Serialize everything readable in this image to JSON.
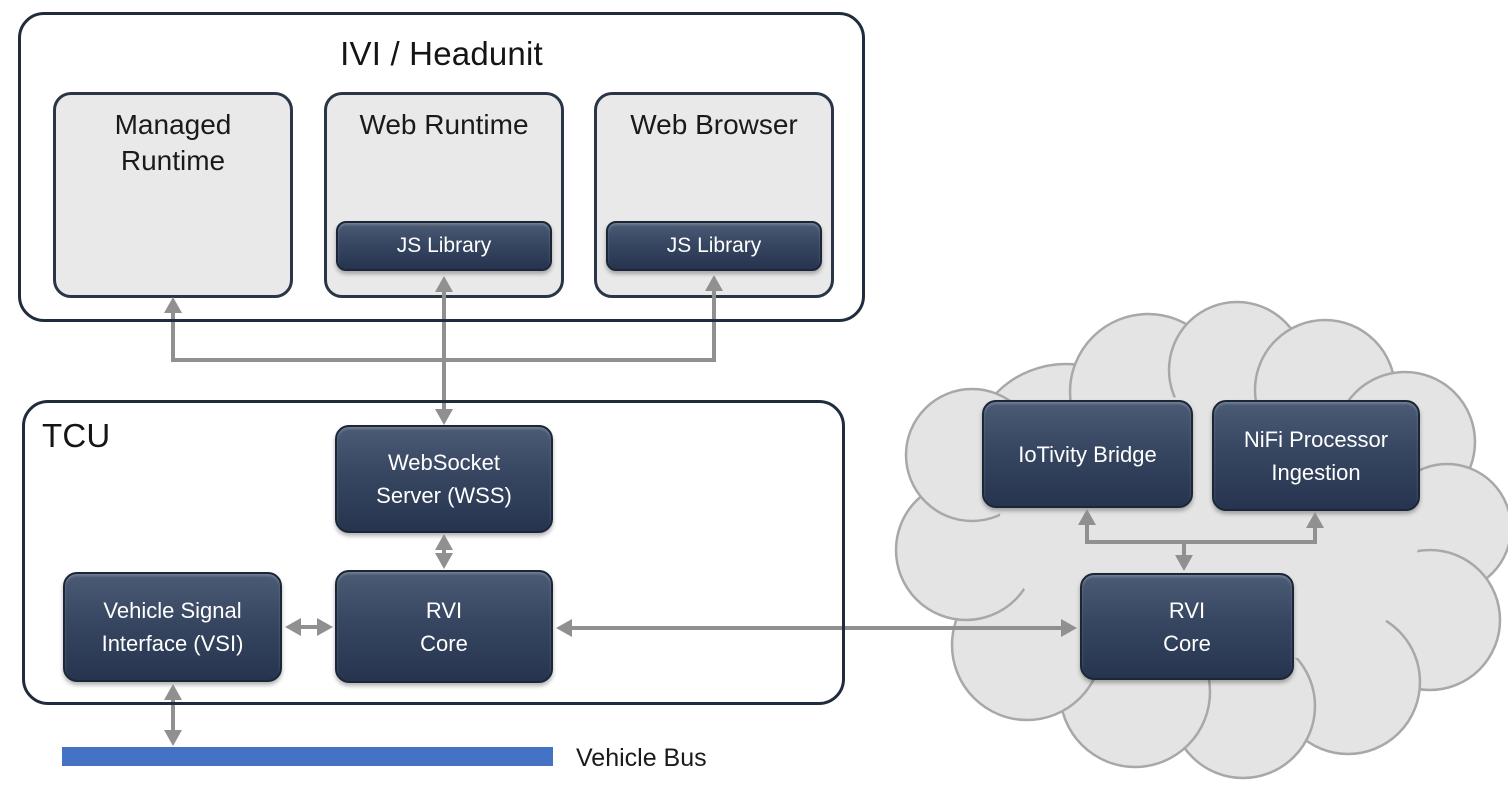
{
  "titles": {
    "ivi": "IVI / Headunit",
    "tcu": "TCU"
  },
  "nodes": {
    "managed_runtime": "Managed\nRuntime",
    "web_runtime": "Web Runtime",
    "web_browser": "Web Browser",
    "js_library_web_runtime": "JS Library",
    "js_library_web_browser": "JS Library",
    "websocket_server": "WebSocket\nServer (WSS)",
    "rvi_core_tcu": "RVI\nCore",
    "vehicle_signal_interface": "Vehicle Signal\nInterface (VSI)",
    "iotivity_bridge": "IoTivity Bridge",
    "nifi_processor_ingestion": "NiFi Processor\nIngestion",
    "rvi_core_cloud": "RVI\nCore"
  },
  "labels": {
    "vehicle_bus": "Vehicle Bus"
  },
  "colors": {
    "outline_navy": "#202c3e",
    "node_gradient_top": "#4b5b75",
    "node_gradient_bottom": "#263450",
    "node_border": "#1b2737",
    "panel_gray": "#e9e9e9",
    "arrow_gray": "#909090",
    "cloud_fill": "#e4e4e4",
    "cloud_stroke": "#a8a8a8",
    "vehicle_bus_blue": "#4472c4"
  }
}
